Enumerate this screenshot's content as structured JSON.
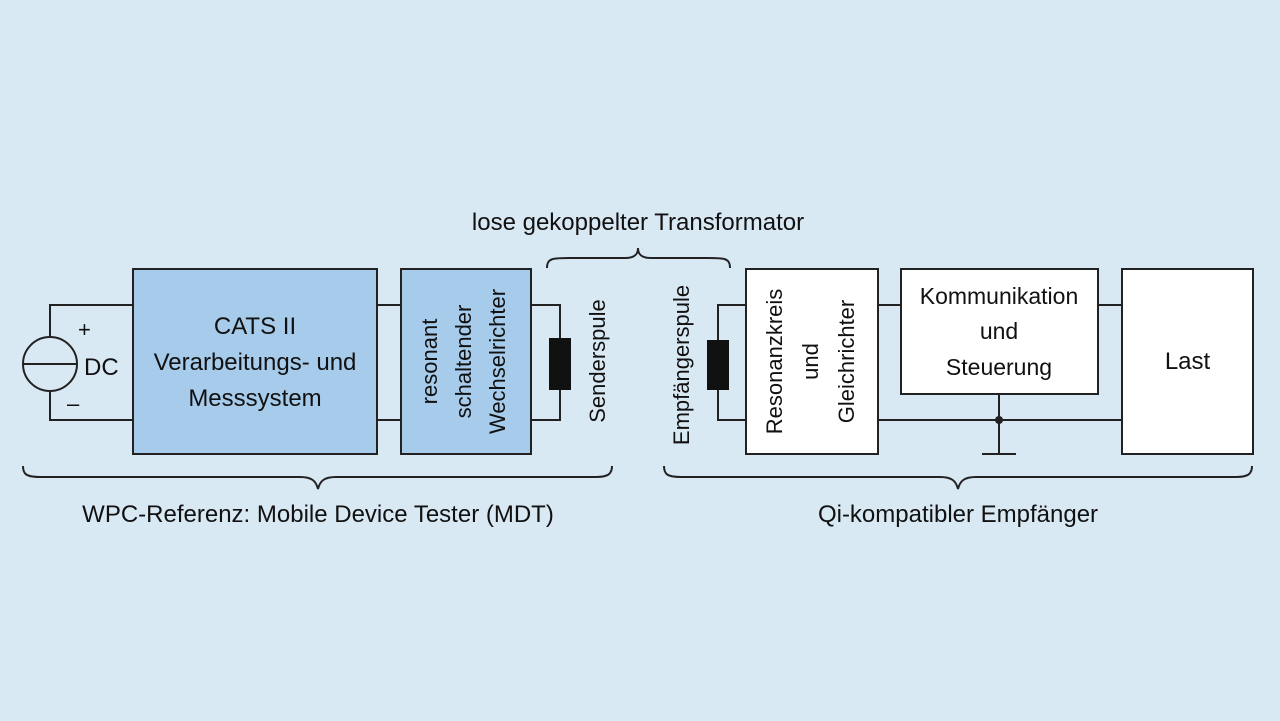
{
  "colors": {
    "background": "#d9e9f4",
    "blue_block": "#a7cbea",
    "white_block": "#ffffff",
    "line": "#222222",
    "coil": "#111111"
  },
  "source": {
    "label": "DC",
    "plus": "+",
    "minus": "–"
  },
  "transformer_label": "lose gekoppelter Transformator",
  "sender": {
    "cats": [
      "CATS II",
      "Verarbeitungs- und",
      "Messsystem"
    ],
    "inverter": [
      "resonant",
      "schaltender",
      "Wechselrichter"
    ],
    "coil": "Senderspule",
    "group_label": "WPC-Referenz: Mobile Device Tester (MDT)"
  },
  "receiver": {
    "coil": "Empfängerspule",
    "rectifier": [
      "Resonanzkreis",
      "und",
      "Gleichrichter"
    ],
    "comm": [
      "Kommunikation",
      "und",
      "Steuerung"
    ],
    "load": "Last",
    "group_label": "Qi-kompatibler Empfänger"
  }
}
